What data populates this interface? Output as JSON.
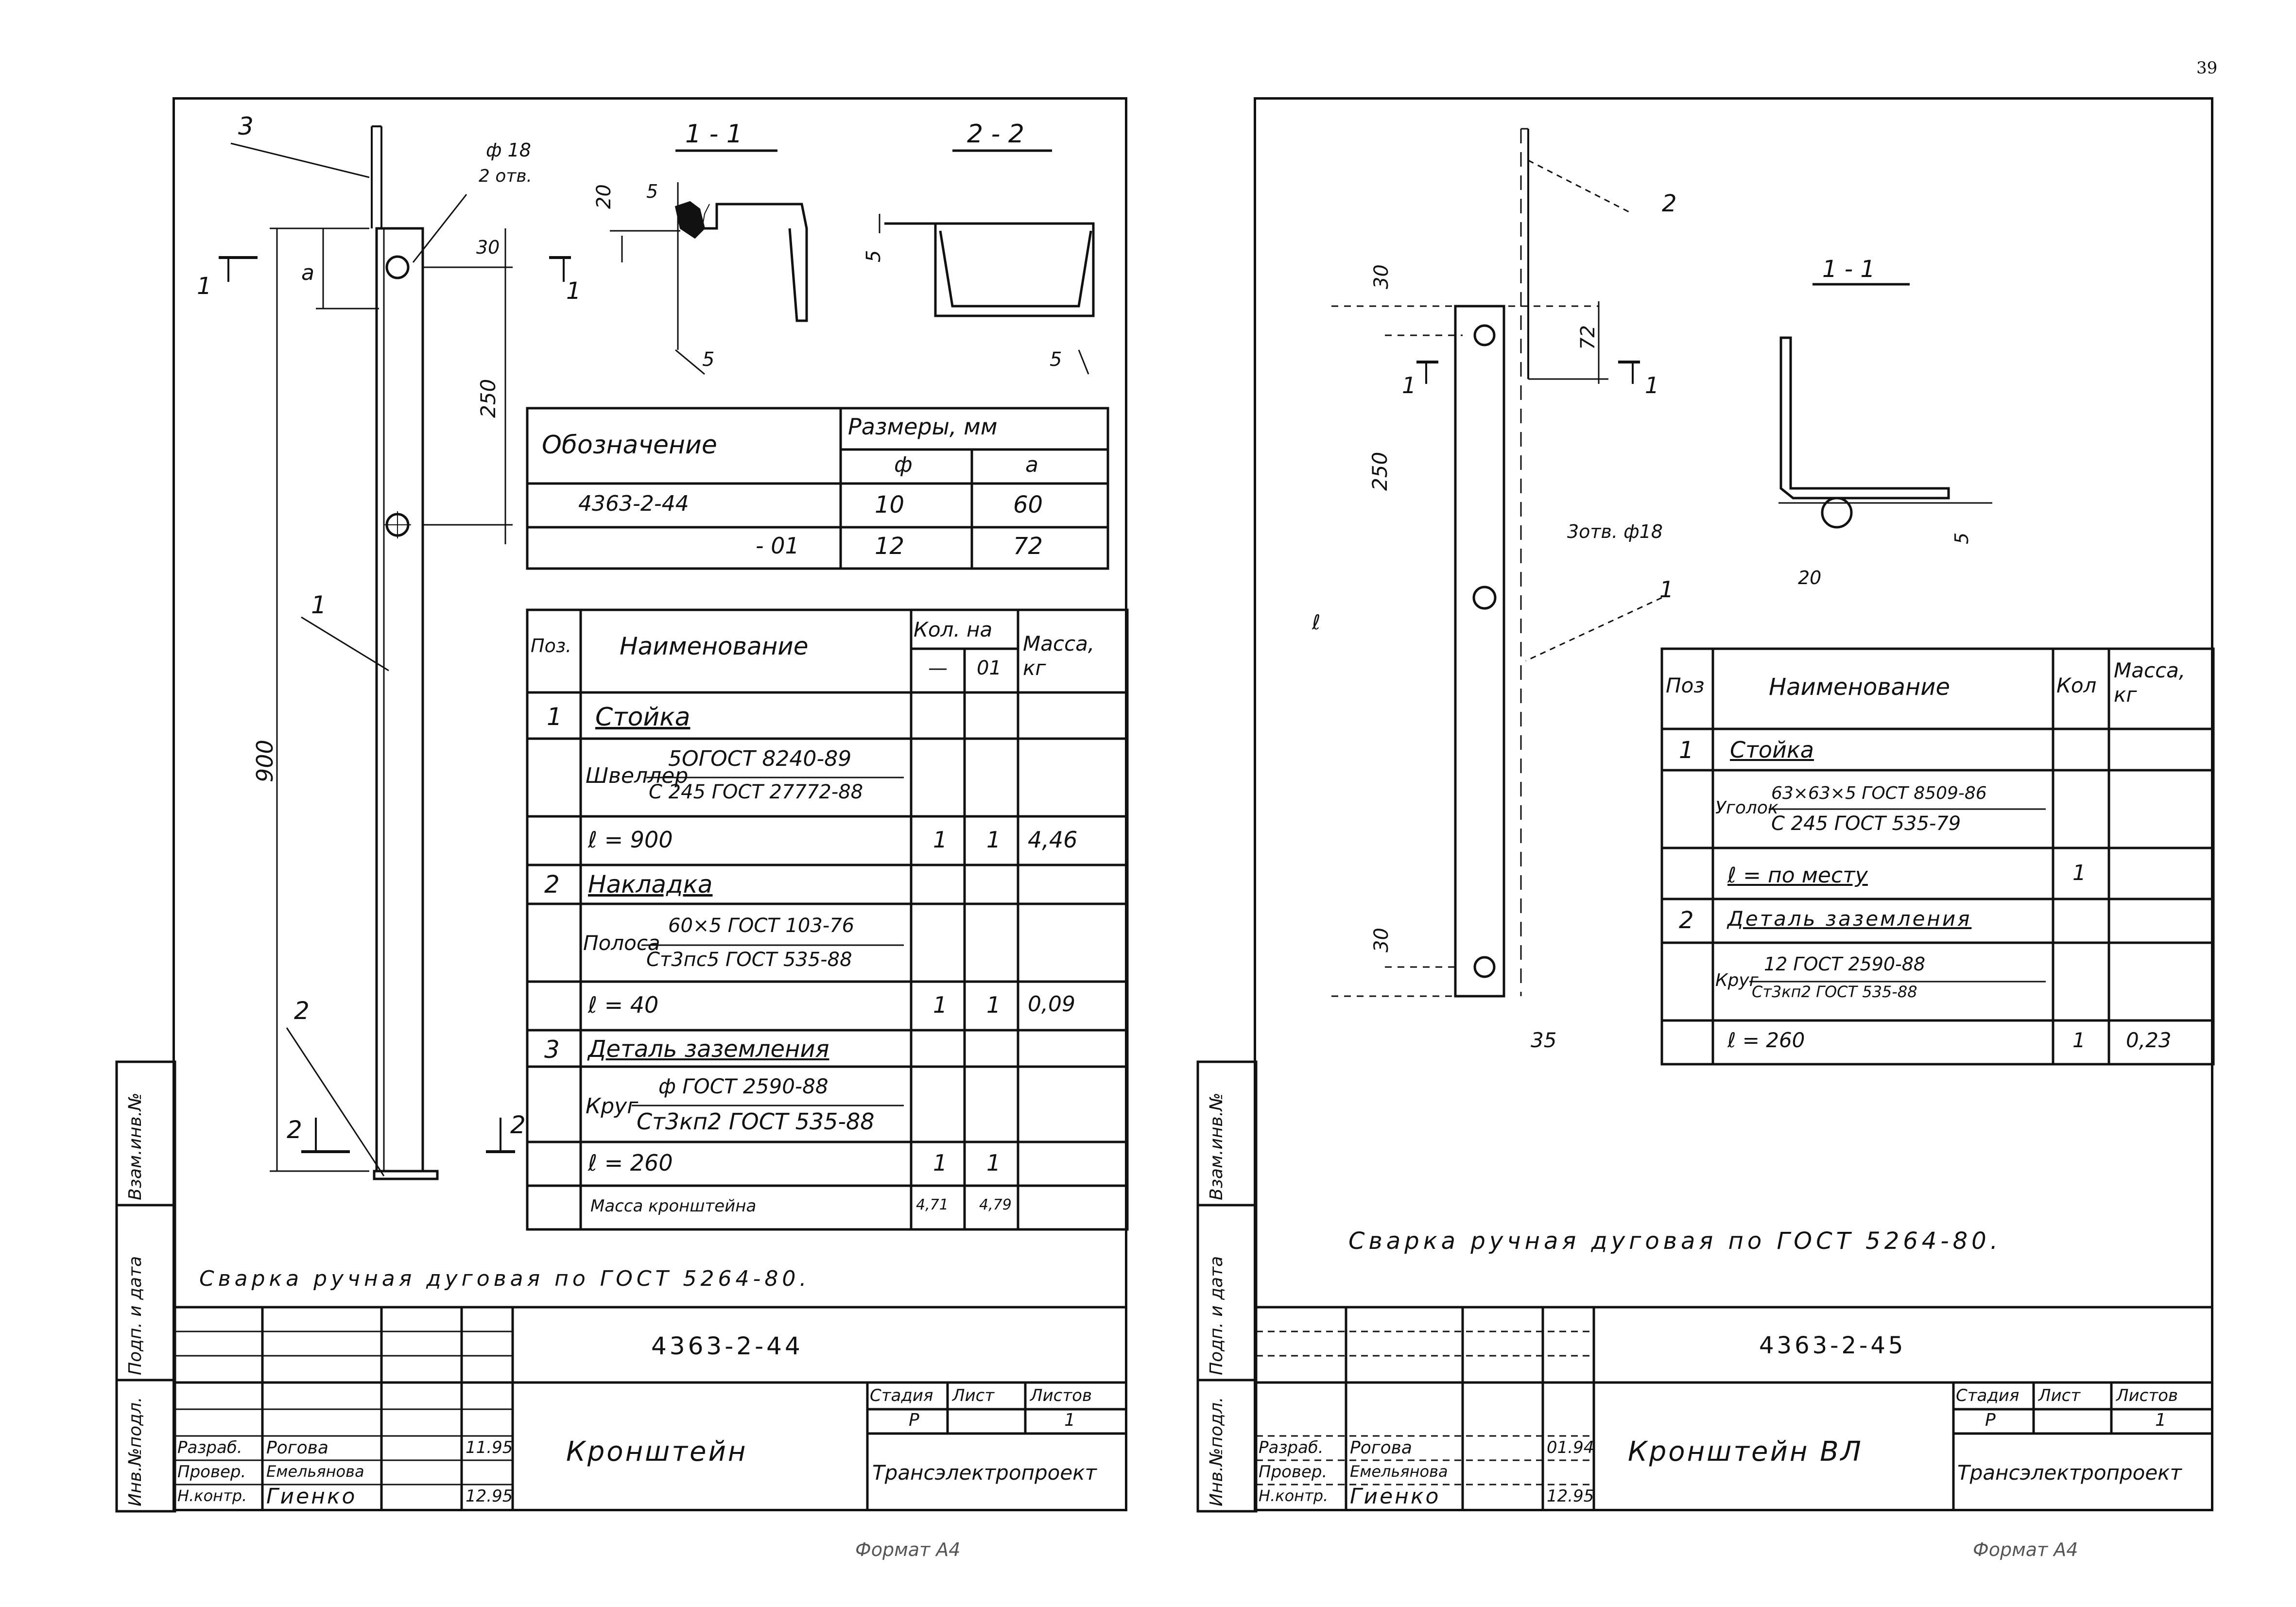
{
  "page_number": "39",
  "side_stamps": [
    "Инв.№подл.",
    "Подп. и дата",
    "Взам.инв.№"
  ],
  "left_sheet": {
    "section_1": "1 - 1",
    "section_2": "2 - 2",
    "callouts": {
      "p3": "3",
      "p1": "1",
      "p2": "2"
    },
    "hole_note_dia": "ф 18",
    "hole_note_count": "2 отв.",
    "section_marks": {
      "s1_left": "1",
      "s1_right": "1",
      "s2_left": "2",
      "s2_right": "2"
    },
    "dims": {
      "a": "a",
      "d30": "30",
      "d250": "250",
      "d900": "900",
      "d20": "20",
      "d5a": "5",
      "d5b": "5",
      "d5c": "5",
      "d5d": "5"
    },
    "dim_table": {
      "h_designation": "Обозначение",
      "h_sizes": "Размеры, мм",
      "h_phi": "ф",
      "h_a": "a",
      "rows": [
        {
          "designation": "4363-2-44",
          "phi": "10",
          "a": "60"
        },
        {
          "designation": "- 01",
          "phi": "12",
          "a": "72"
        }
      ]
    },
    "spec": {
      "h_pos": "Поз.",
      "h_name": "Наименование",
      "h_qty": "Кол. на",
      "h_qty_base": "—",
      "h_qty_01": "01",
      "h_mass": "Масса, кг",
      "rows": [
        {
          "pos": "1",
          "name": "Стойка",
          "q1": "",
          "q2": "",
          "mass": ""
        },
        {
          "pos": "",
          "name": "Швеллер",
          "frac_top": "5ОГОСТ 8240-89",
          "frac_bot": "С 245   ГОСТ 27772-88",
          "q1": "",
          "q2": "",
          "mass": ""
        },
        {
          "pos": "",
          "name": "ℓ = 900",
          "q1": "1",
          "q2": "1",
          "mass": "4,46"
        },
        {
          "pos": "2",
          "name": "Накладка",
          "q1": "",
          "q2": "",
          "mass": ""
        },
        {
          "pos": "",
          "name": "Полоса",
          "frac_top": "60×5 ГОСТ 103-76",
          "frac_bot": "Ст3пс5 ГОСТ 535-88",
          "q1": "",
          "q2": "",
          "mass": ""
        },
        {
          "pos": "",
          "name": "ℓ = 40",
          "q1": "1",
          "q2": "1",
          "mass": "0,09"
        },
        {
          "pos": "3",
          "name": "Деталь заземления",
          "q1": "",
          "q2": "",
          "mass": ""
        },
        {
          "pos": "",
          "name": "Круг",
          "frac_top": "ф ГОСТ 2590-88",
          "frac_bot": "Ст3кп2 ГОСТ 535-88",
          "q1": "",
          "q2": "",
          "mass": ""
        },
        {
          "pos": "",
          "name": "ℓ = 260",
          "q1": "1",
          "q2": "1",
          "mass": ""
        },
        {
          "pos": "",
          "name": "Масса кронштейна",
          "q1": "4,71",
          "q2": "4,79",
          "mass": ""
        }
      ]
    },
    "weld_note": "Сварка ручная дуговая по ГОСТ 5264-80.",
    "title_block": {
      "code": "4363-2-44",
      "title": "Кронштейн",
      "stage_h": "Стадия",
      "sheet_h": "Лист",
      "sheets_h": "Листов",
      "stage": "Р",
      "sheet": "",
      "sheets": "1",
      "org": "Трансэлектропроект",
      "roles": [
        {
          "role": "Разраб.",
          "name": "Рогова",
          "date": "11.95"
        },
        {
          "role": "Провер.",
          "name": "Емельянова",
          "date": ""
        },
        {
          "role": "Н.контр.",
          "name": "Гиенко",
          "date": "12.95"
        }
      ]
    },
    "format": "Формат А4"
  },
  "right_sheet": {
    "section_1": "1 - 1",
    "callouts": {
      "p2": "2",
      "p1": "1"
    },
    "section_marks": {
      "s1_left": "1",
      "s1_right": "1"
    },
    "dims": {
      "d30a": "30",
      "d72": "72",
      "d250": "250",
      "l": "ℓ",
      "d30b": "30",
      "d35": "35",
      "d20": "20",
      "d5": "5"
    },
    "hole_note": "3отв. ф18",
    "spec": {
      "h_pos": "Поз",
      "h_name": "Наименование",
      "h_qty": "Кол",
      "h_mass": "Масса, кг",
      "rows": [
        {
          "pos": "1",
          "name": "Стойка",
          "qty": "",
          "mass": ""
        },
        {
          "pos": "",
          "name": "Уголок",
          "frac_top": "63×63×5 ГОСТ 8509-86",
          "frac_bot": "С 245   ГОСТ 535-79",
          "qty": "",
          "mass": ""
        },
        {
          "pos": "",
          "name": "ℓ = по месту",
          "qty": "1",
          "mass": ""
        },
        {
          "pos": "2",
          "name": "Деталь заземления",
          "qty": "",
          "mass": ""
        },
        {
          "pos": "",
          "name": "Круг",
          "frac_top": "12 ГОСТ 2590-88",
          "frac_bot": "Ст3кп2 ГОСТ 535-88",
          "qty": "",
          "mass": ""
        },
        {
          "pos": "",
          "name": "ℓ = 260",
          "qty": "1",
          "mass": "0,23"
        }
      ]
    },
    "weld_note": "Сварка ручная дуговая по ГОСТ 5264-80.",
    "title_block": {
      "code": "4363-2-45",
      "title": "Кронштейн ВЛ",
      "stage_h": "Стадия",
      "sheet_h": "Лист",
      "sheets_h": "Листов",
      "stage": "Р",
      "sheet": "",
      "sheets": "1",
      "org": "Трансэлектропроект",
      "roles": [
        {
          "role": "Разраб.",
          "name": "Рогова",
          "date": "01.94"
        },
        {
          "role": "Провер.",
          "name": "Емельянова",
          "date": ""
        },
        {
          "role": "Н.контр.",
          "name": "Гиенко",
          "date": "12.95"
        }
      ]
    },
    "format": "Формат А4"
  }
}
